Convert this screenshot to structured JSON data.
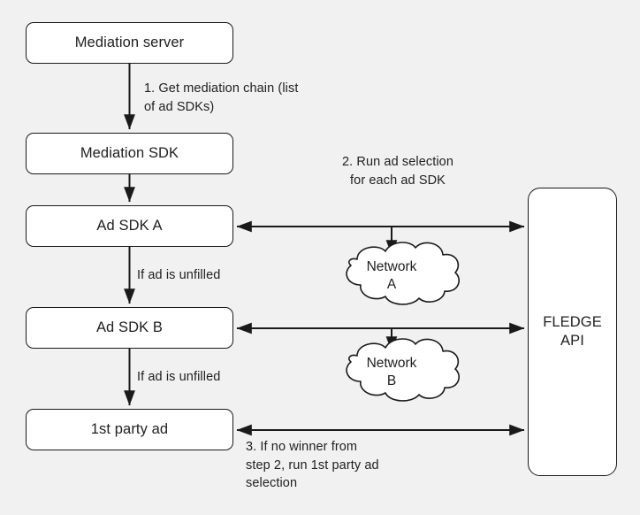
{
  "diagram": {
    "background_color": "#f1f1f1",
    "stroke_color": "#1a1a1a",
    "node_fill": "#ffffff",
    "text_color": "#202124",
    "nodes": {
      "mediation_server": "Mediation server",
      "mediation_sdk": "Mediation SDK",
      "ad_sdk_a": "Ad SDK A",
      "ad_sdk_b": "Ad SDK B",
      "first_party_ad": "1st party ad",
      "fledge_api": "FLEDGE\nAPI"
    },
    "clouds": {
      "network_a": "Network\nA",
      "network_b": "Network\nB"
    },
    "edge_labels": {
      "step1": "1. Get mediation chain (list\nof ad SDKs)",
      "step2": "2. Run ad selection\nfor each ad SDK",
      "step3": "3. If no winner from\nstep 2, run 1st party ad\nselection",
      "unfilled_a": "If ad is unfilled",
      "unfilled_b": "If ad is unfilled"
    }
  }
}
